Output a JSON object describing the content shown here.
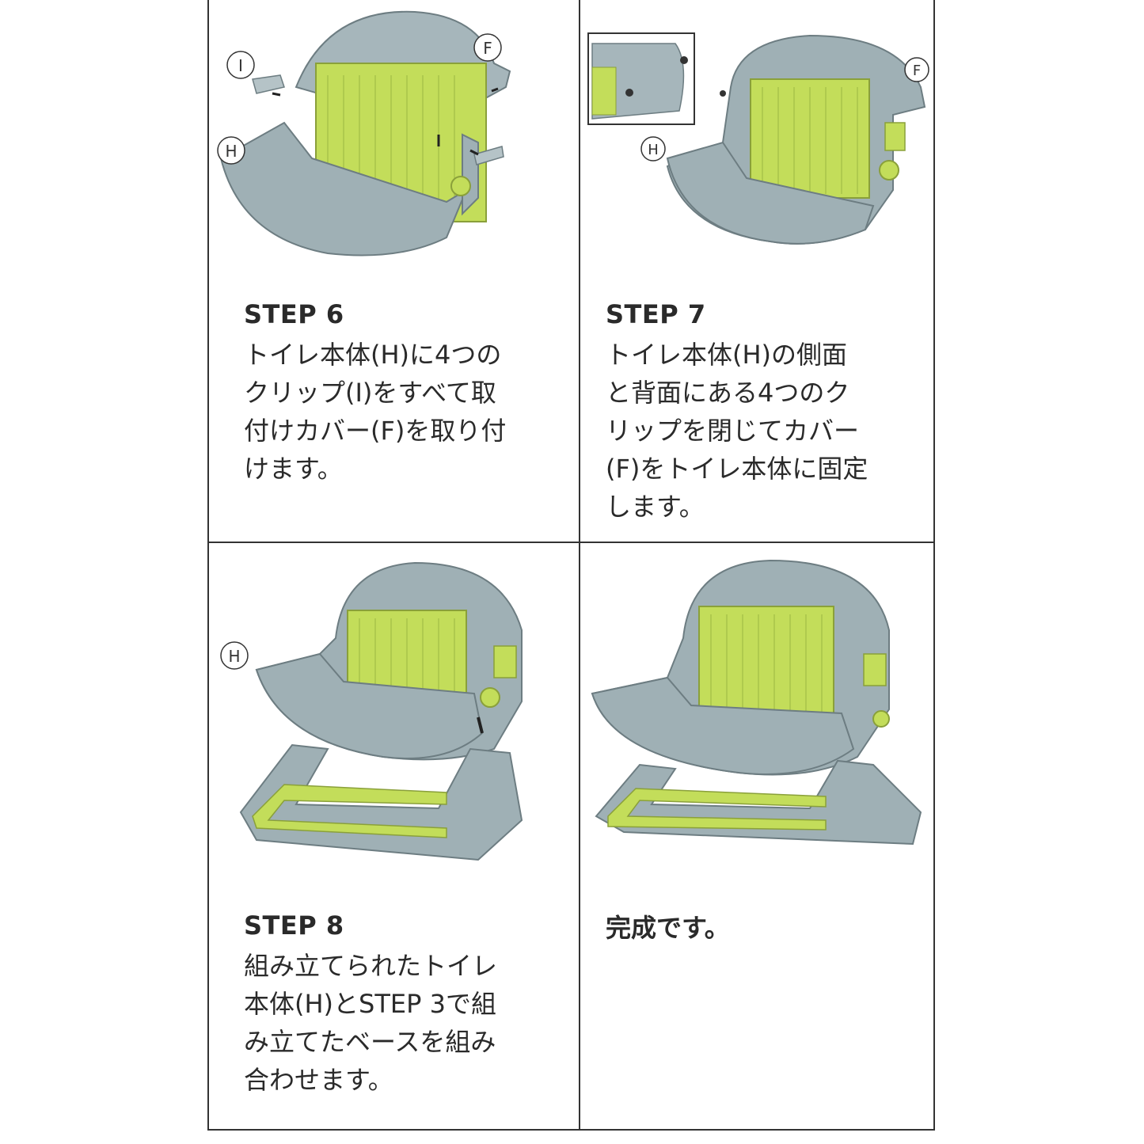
{
  "colors": {
    "body_gray": "#9fb0b5",
    "body_gray_dark": "#7d8f95",
    "accent_green": "#c3dd5a",
    "line": "#333333"
  },
  "steps": [
    {
      "title": "STEP 6",
      "text": "トイレ本体(H)に4つの\nクリップ(I)をすべて取\n付けカバー(F)を取り付\nけます。",
      "labels": [
        "I",
        "F",
        "H"
      ]
    },
    {
      "title": "STEP 7",
      "text": "トイレ本体(H)の側面\nと背面にある4つのク\nリップを閉じてカバー\n(F)をトイレ本体に固定\nします。",
      "labels": [
        "F",
        "H"
      ]
    },
    {
      "title": "STEP 8",
      "text": "組み立てられたトイレ\n本体(H)とSTEP 3で組\nみ立てたベースを組み\n合わせます。",
      "labels": [
        "H"
      ]
    },
    {
      "title": "",
      "text": "完成です。",
      "labels": []
    }
  ]
}
